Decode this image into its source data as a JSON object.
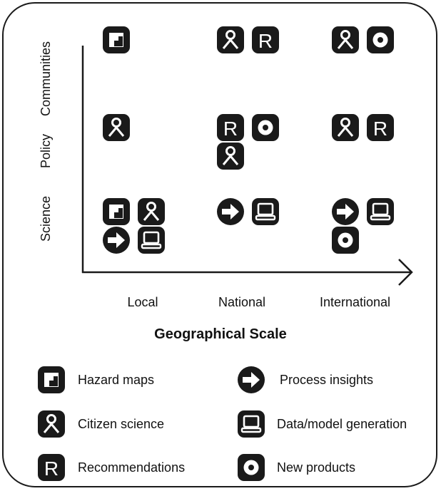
{
  "y_axis": {
    "labels": [
      "Communities",
      "Policy",
      "Science"
    ]
  },
  "x_axis": {
    "labels": [
      "Local",
      "National",
      "International"
    ],
    "title": "Geographical Scale"
  },
  "legend": {
    "items": [
      {
        "icon": "hazard-maps-icon",
        "label": "Hazard maps"
      },
      {
        "icon": "citizen-science-icon",
        "label": "Citizen science"
      },
      {
        "icon": "recommendations-icon",
        "label": "Recommendations"
      },
      {
        "icon": "process-insights-icon",
        "label": "Process insights"
      },
      {
        "icon": "data-model-generation-icon",
        "label": "Data/model generation"
      },
      {
        "icon": "new-products-icon",
        "label": "New products"
      }
    ]
  },
  "grid": {
    "rows": [
      "Communities",
      "Policy",
      "Science"
    ],
    "columns": [
      "Local",
      "National",
      "International"
    ],
    "cells": {
      "Communities|Local": [
        "hazard-maps-icon"
      ],
      "Communities|National": [
        "citizen-science-icon",
        "recommendations-icon"
      ],
      "Communities|International": [
        "citizen-science-icon",
        "new-products-icon"
      ],
      "Policy|Local": [
        "citizen-science-icon"
      ],
      "Policy|National": [
        "recommendations-icon",
        "new-products-icon",
        "citizen-science-icon"
      ],
      "Policy|International": [
        "citizen-science-icon",
        "recommendations-icon"
      ],
      "Science|Local": [
        "hazard-maps-icon",
        "citizen-science-icon",
        "process-insights-icon",
        "data-model-generation-icon"
      ],
      "Science|National": [
        "process-insights-icon",
        "data-model-generation-icon"
      ],
      "Science|International": [
        "process-insights-icon",
        "data-model-generation-icon",
        "new-products-icon"
      ]
    }
  },
  "colors": {
    "ink": "#1a1a1a",
    "background": "#ffffff"
  }
}
